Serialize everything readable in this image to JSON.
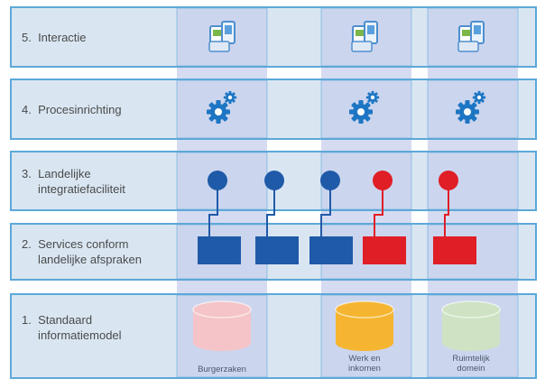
{
  "layers": [
    {
      "number": "5.",
      "label": "Interactie"
    },
    {
      "number": "4.",
      "label": "Procesinrichting"
    },
    {
      "number": "3.",
      "label": "Landelijke integratiefaciliteit"
    },
    {
      "number": "2.",
      "label": "Services conform landelijke afspraken"
    },
    {
      "number": "1.",
      "label": "Standaard informatiemodel"
    }
  ],
  "layer_display_lines": [
    [
      "5.  Interactie"
    ],
    [
      "4.  Procesinrichting"
    ],
    [
      "3.  Landelijke",
      "     integratiefaciliteit"
    ],
    [
      "2.  Services conform",
      "     landelijke afspraken"
    ],
    [
      "1.  Standaard",
      "     informatiemodel"
    ]
  ],
  "databases": [
    {
      "name": "Burgerzaken",
      "color": "#f4c4c8"
    },
    {
      "name": "Werk en inkomen",
      "color": "#f5b530"
    },
    {
      "name": "Ruimtelijk domein",
      "color": "#cfe3c4"
    }
  ],
  "database_display_lines": [
    [
      "Burgerzaken"
    ],
    [
      "Werk en",
      "inkomen"
    ],
    [
      "Ruimtelijk",
      "domein"
    ]
  ],
  "colors": {
    "layer_fill": "#d9e6f2",
    "layer_border": "#5ca8d8",
    "column_fill": "#c7cfec",
    "nationwide": "#1f5aa8",
    "local": "#e01e26",
    "icon_gear": "#1d76c3",
    "icon_device": "#4e8fcf"
  },
  "icons": {
    "interaction": "devices-icon",
    "process": "gear-icon"
  }
}
